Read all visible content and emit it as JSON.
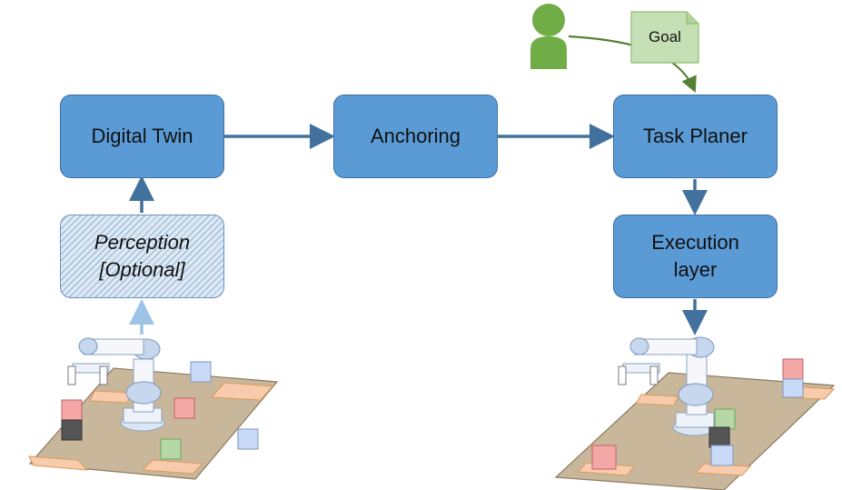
{
  "nodes": {
    "digital_twin": "Digital Twin",
    "anchoring": "Anchoring",
    "task_planer": "Task Planer",
    "execution_line1": "Execution",
    "execution_line2": "layer",
    "perception_line1": "Perception",
    "perception_line2": "[Optional]"
  },
  "goal": "Goal",
  "colors": {
    "node_fill": "#5b9bd5",
    "node_border": "#3f6fa0",
    "arrow": "#41719c",
    "perception_arrow": "#9dc3e6",
    "user": "#70ad47",
    "goal_note": "#c5e0b4",
    "table": "#c9b79c",
    "pad": "#f4b183",
    "cube_blue": "#c9daf8",
    "cube_red": "#f4a7a7",
    "cube_green": "#b6d7a8",
    "cube_black": "#555555"
  },
  "icons": [
    "user-icon",
    "robot-arm-icon",
    "workspace-table-icon",
    "cube-icon"
  ]
}
